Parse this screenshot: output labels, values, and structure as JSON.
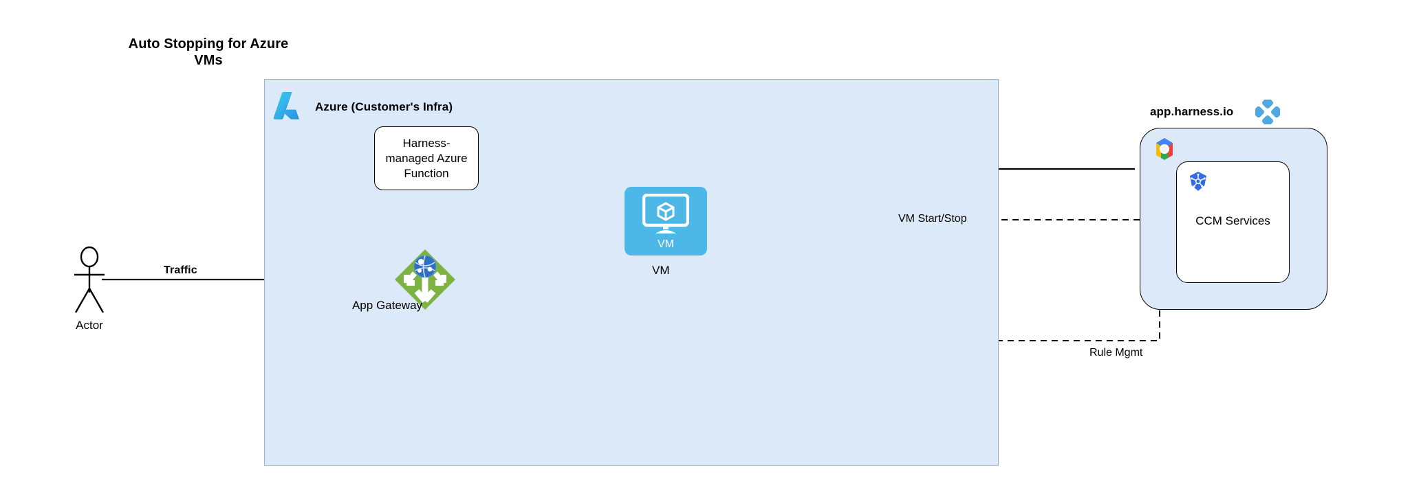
{
  "title": "Auto Stopping for Azure VMs",
  "colors": {
    "azure_container_fill": "#dce9f9",
    "azure_container_border": "#9ab3d4",
    "vm_tile": "#4db8e8",
    "app_gateway_green": "#7cb342",
    "harness_blue": "#4fa8e0",
    "edge_stroke": "#000000"
  },
  "azure": {
    "label": "Azure (Customer's Infra)",
    "logo_name": "azure-logo"
  },
  "nodes": {
    "azure_function": {
      "label": "Harness-managed Azure Function"
    },
    "vm": {
      "inner_label": "VM",
      "caption": "VM",
      "icon_name": "vm-monitor-icon"
    },
    "app_gateway": {
      "caption": "App Gateway",
      "icon_name": "app-gateway-icon"
    },
    "actor": {
      "caption": "Actor",
      "icon_name": "actor-stick-figure-icon"
    },
    "ccm_services": {
      "label": "CCM Services",
      "icon_name": "kubernetes-logo"
    }
  },
  "harness": {
    "title": "app.harness.io",
    "logo_name": "harness-logo",
    "gcp_logo_name": "google-cloud-logo"
  },
  "edges": {
    "traffic": {
      "label": "Traffic",
      "style": "solid"
    },
    "vm_start_stop": {
      "label": "VM Start/Stop",
      "style": "dashed"
    },
    "rule_mgmt": {
      "label": "Rule Mgmt",
      "style": "dashed"
    },
    "gateway_to_function": {
      "label": "",
      "style": "solid"
    },
    "gateway_to_vm": {
      "label": "",
      "style": "solid"
    },
    "function_to_harness": {
      "label": "",
      "style": "solid"
    }
  }
}
